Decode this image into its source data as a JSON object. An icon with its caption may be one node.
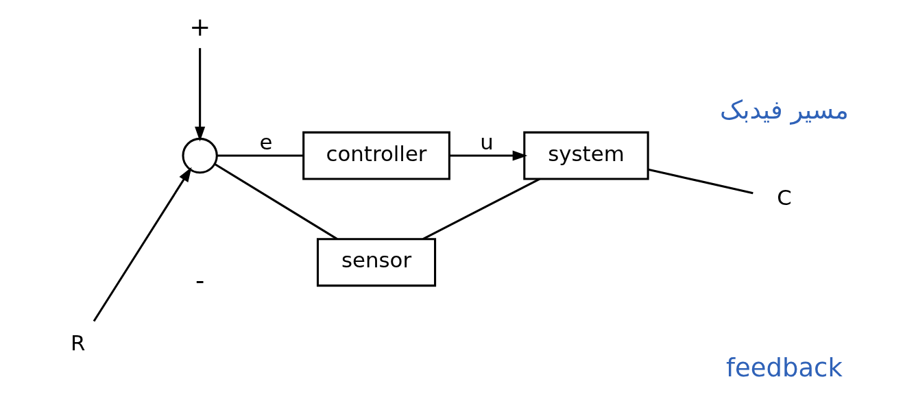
{
  "diagram": {
    "nodes": [
      {
        "text": [
          "R"
        ]
      },
      {
        "text": [],
        "shape": "circle"
      },
      {
        "text": [
          "controller"
        ]
      },
      {
        "text": [
          "system"
        ]
      },
      {
        "text": [
          "C"
        ]
      },
      {
        "text": [
          "sensor"
        ]
      }
    ],
    "edges": [
      {
        "from": 0,
        "to": 1,
        "arrow": "to"
      },
      {
        "from": 1,
        "to": 2,
        "arrow": "none",
        "label": "e"
      },
      {
        "from": 2,
        "to": 3,
        "arrow": "to",
        "label": "u"
      },
      {
        "from": 3,
        "to": 4,
        "arrow": "none"
      },
      {
        "from": 3,
        "to": 5,
        "arrow": "none"
      },
      {
        "from": 5,
        "to": 1,
        "arrow": "none"
      }
    ],
    "labels": [
      "+",
      "-",
      "feedback",
      "مسیر فیدبک"
    ]
  }
}
